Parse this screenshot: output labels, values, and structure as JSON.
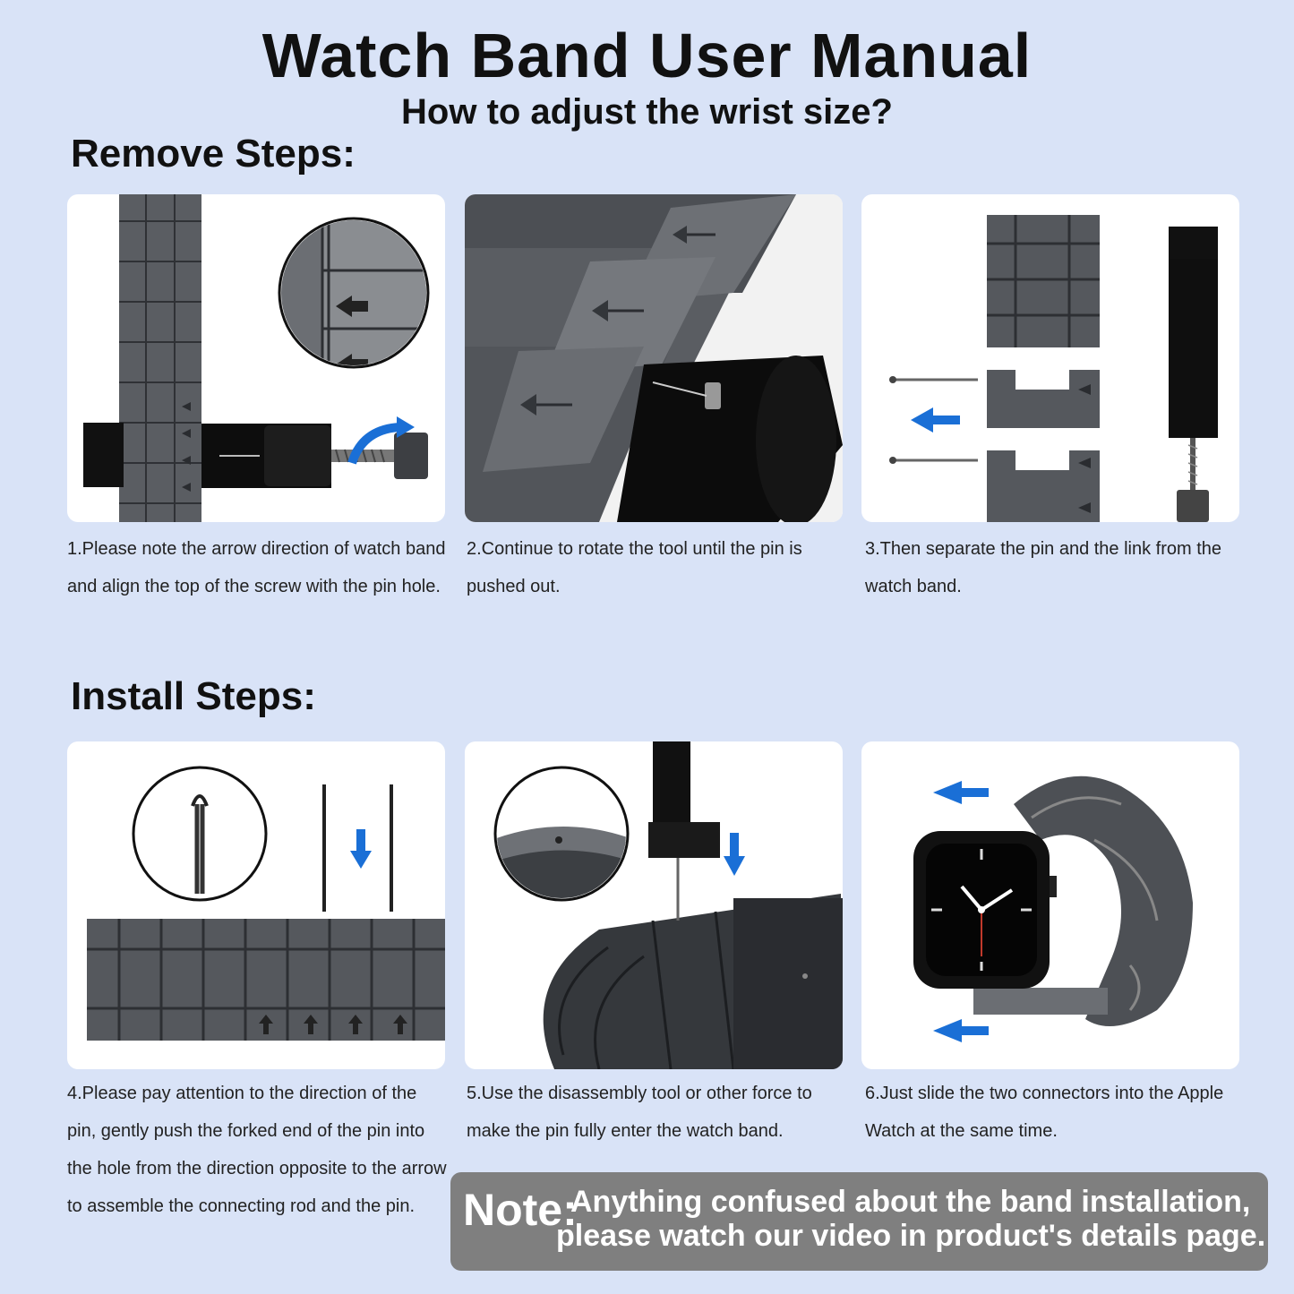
{
  "header": {
    "title": "Watch Band User Manual",
    "subtitle": "How to adjust the wrist size?"
  },
  "sections": {
    "remove_title": "Remove Steps:",
    "install_title": "Install Steps:"
  },
  "steps": [
    {
      "caption": "1.Please note the arrow direction of watch band and align the top of the screw with the pin hole."
    },
    {
      "caption": "2.Continue to rotate the tool until the pin is pushed out."
    },
    {
      "caption": "3.Then separate the pin and the link from the watch band."
    },
    {
      "caption": "4.Please pay attention to the direction of the pin, gently push the forked end of the pin into the hole from the direction opposite to the arrow to assemble the connecting rod and the pin."
    },
    {
      "caption": "5.Use the disassembly tool or other force to make the pin fully enter the watch band."
    },
    {
      "caption": "6.Just slide the two connectors into the Apple Watch at the same time."
    }
  ],
  "note": {
    "label": "Note:",
    "line1": "Anything confused about the band installation,",
    "line2": "please watch our video in product's details page."
  },
  "colors": {
    "background": "#d9e3f7",
    "arrow_blue": "#1a6fd6",
    "metal": "#55585d",
    "note_bg": "#7f7f7f"
  }
}
